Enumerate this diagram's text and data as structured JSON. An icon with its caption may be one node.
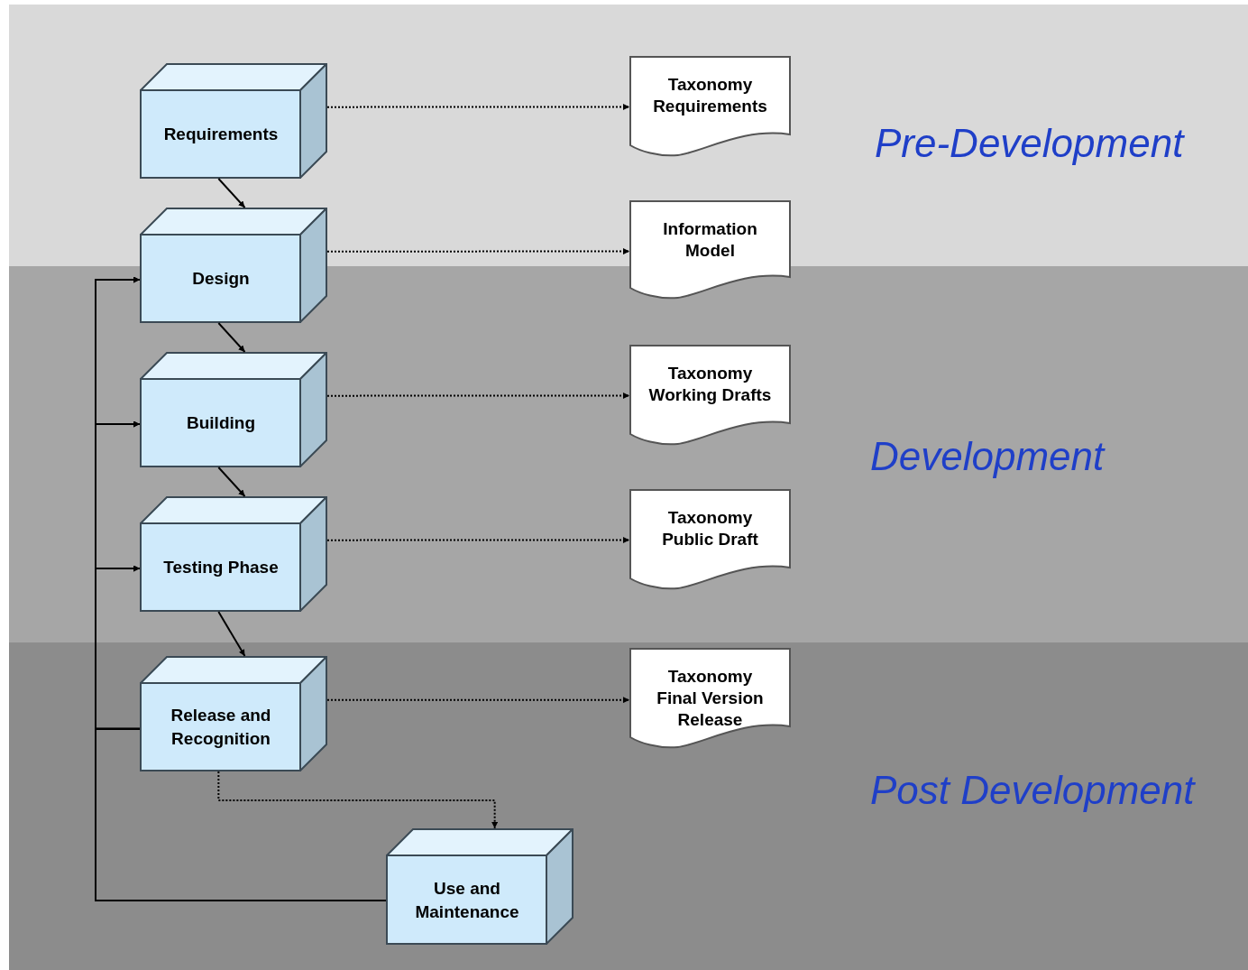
{
  "diagram": {
    "nodes": [
      {
        "text": [
          "Pre-Development"
        ]
      },
      {
        "text": [
          "Development"
        ]
      },
      {
        "text": [
          "Post Development"
        ]
      },
      {
        "text": [
          "Requirements"
        ],
        "in": 0
      },
      {
        "text": [
          "Design"
        ]
      },
      {
        "text": [
          "Building"
        ],
        "in": 1
      },
      {
        "text": [
          "Testing Phase"
        ],
        "in": 1
      },
      {
        "text": [
          "Release and Recognition"
        ],
        "in": 2
      },
      {
        "text": [
          "Use and Maintenance"
        ],
        "in": 2
      },
      {
        "text": [
          "Taxonomy Requirements"
        ],
        "in": 0
      },
      {
        "text": [
          "Information Model"
        ]
      },
      {
        "text": [
          "Taxonomy Working Drafts"
        ],
        "in": 1
      },
      {
        "text": [
          "Taxonomy Public Draft"
        ],
        "in": 1
      },
      {
        "text": [
          "Taxonomy Final Version Release"
        ],
        "in": 2
      }
    ],
    "edges": [
      {
        "from": 3,
        "to": 4,
        "arrow": "to"
      },
      {
        "from": 4,
        "to": 5,
        "arrow": "to"
      },
      {
        "from": 5,
        "to": 6,
        "arrow": "to"
      },
      {
        "from": 6,
        "to": 7,
        "arrow": "to"
      },
      {
        "from": 3,
        "to": 9,
        "arrow": "to",
        "style": "dashed"
      },
      {
        "from": 4,
        "to": 10,
        "arrow": "to",
        "style": "dashed"
      },
      {
        "from": 5,
        "to": 11,
        "arrow": "to",
        "style": "dashed"
      },
      {
        "from": 6,
        "to": 12,
        "arrow": "to",
        "style": "dashed"
      },
      {
        "from": 7,
        "to": 13,
        "arrow": "to",
        "style": "dashed"
      },
      {
        "from": 7,
        "to": 8,
        "arrow": "to",
        "style": "dashed"
      },
      {
        "from": 7,
        "to": 4,
        "arrow": "to"
      },
      {
        "from": 7,
        "to": 5,
        "arrow": "to"
      },
      {
        "from": 7,
        "to": 6,
        "arrow": "to"
      },
      {
        "from": 8,
        "to": 4,
        "arrow": "to"
      },
      {
        "from": 8,
        "to": 5,
        "arrow": "to"
      },
      {
        "from": 8,
        "to": 6,
        "arrow": "to"
      }
    ]
  }
}
